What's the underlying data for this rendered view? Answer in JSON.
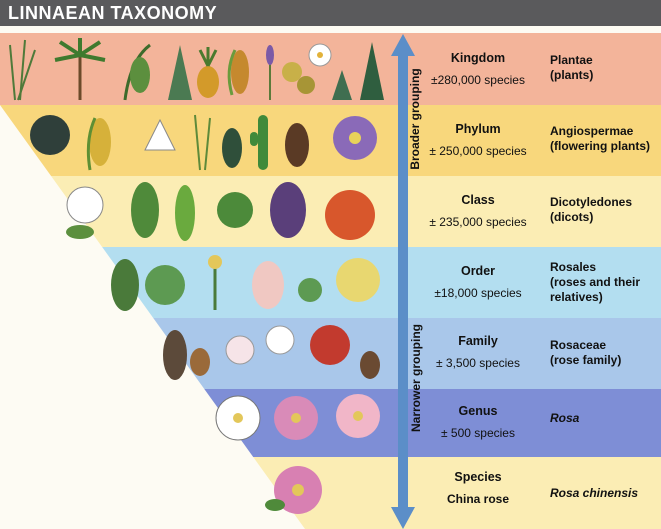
{
  "title": "LINNAEAN TAXONOMY",
  "arrow": {
    "top_label": "Broader grouping",
    "bottom_label": "Narrower grouping",
    "color": "#5b8ec8"
  },
  "ranks": [
    {
      "rank": "Kingdom",
      "count": "±280,000 species",
      "name": "Plantae",
      "detail": "(plants)",
      "color": "#f3b49a"
    },
    {
      "rank": "Phylum",
      "count": "± 250,000 species",
      "name": "Angiospermae",
      "detail": "(flowering plants)",
      "color": "#f8d77c"
    },
    {
      "rank": "Class",
      "count": "± 235,000 species",
      "name": "Dicotyledones",
      "detail": "(dicots)",
      "color": "#fbedb4"
    },
    {
      "rank": "Order",
      "count": "±18,000 species",
      "name": "Rosales",
      "detail": "(roses and their relatives)",
      "color": "#b3def0"
    },
    {
      "rank": "Family",
      "count": "± 3,500 species",
      "name": "Rosaceae",
      "detail": "(rose family)",
      "color": "#a9c7ea"
    },
    {
      "rank": "Genus",
      "count": "± 500 species",
      "name": "Rosa",
      "detail": "",
      "color": "#7e8ed6"
    },
    {
      "rank": "Species",
      "count": "China rose",
      "name": "Rosa chinensis",
      "detail": "",
      "color": "#fbedb4"
    }
  ]
}
